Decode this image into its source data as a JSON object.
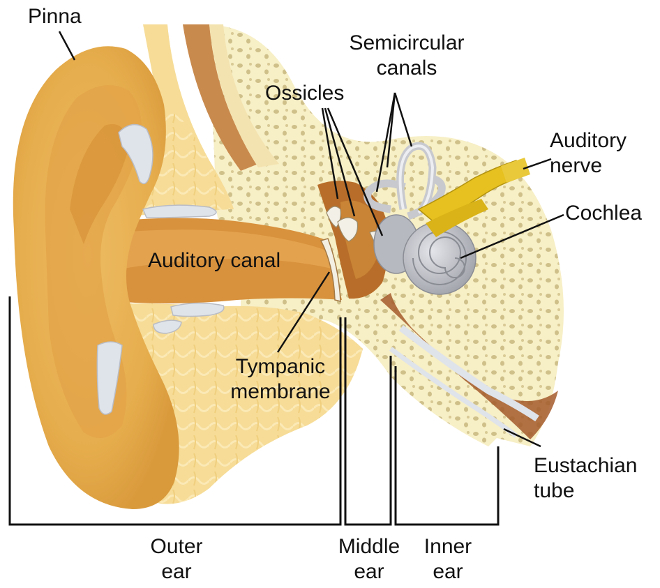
{
  "labels": {
    "pinna": "Pinna",
    "semicircular_canals": [
      "Semicircular",
      "canals"
    ],
    "ossicles": "Ossicles",
    "auditory_nerve": [
      "Auditory",
      "nerve"
    ],
    "cochlea": "Cochlea",
    "auditory_canal": "Auditory canal",
    "tympanic_membrane": [
      "Tympanic",
      "membrane"
    ],
    "eustachian_tube": [
      "Eustachian",
      "tube"
    ],
    "outer_ear": [
      "Outer",
      "ear"
    ],
    "middle_ear": [
      "Middle",
      "ear"
    ],
    "inner_ear": [
      "Inner",
      "ear"
    ]
  },
  "colors": {
    "skin": "#e9b55a",
    "skin_light": "#f6dc97",
    "bone": "#f7efc6",
    "bone_spots": "#cfc08a",
    "canal_dark": "#c4802f",
    "cartilage": "#dfe3ea",
    "cochlea": "#bfc1c7",
    "nerve": "#e6c11f",
    "muscle": "#a55a2a",
    "line": "#111111"
  }
}
